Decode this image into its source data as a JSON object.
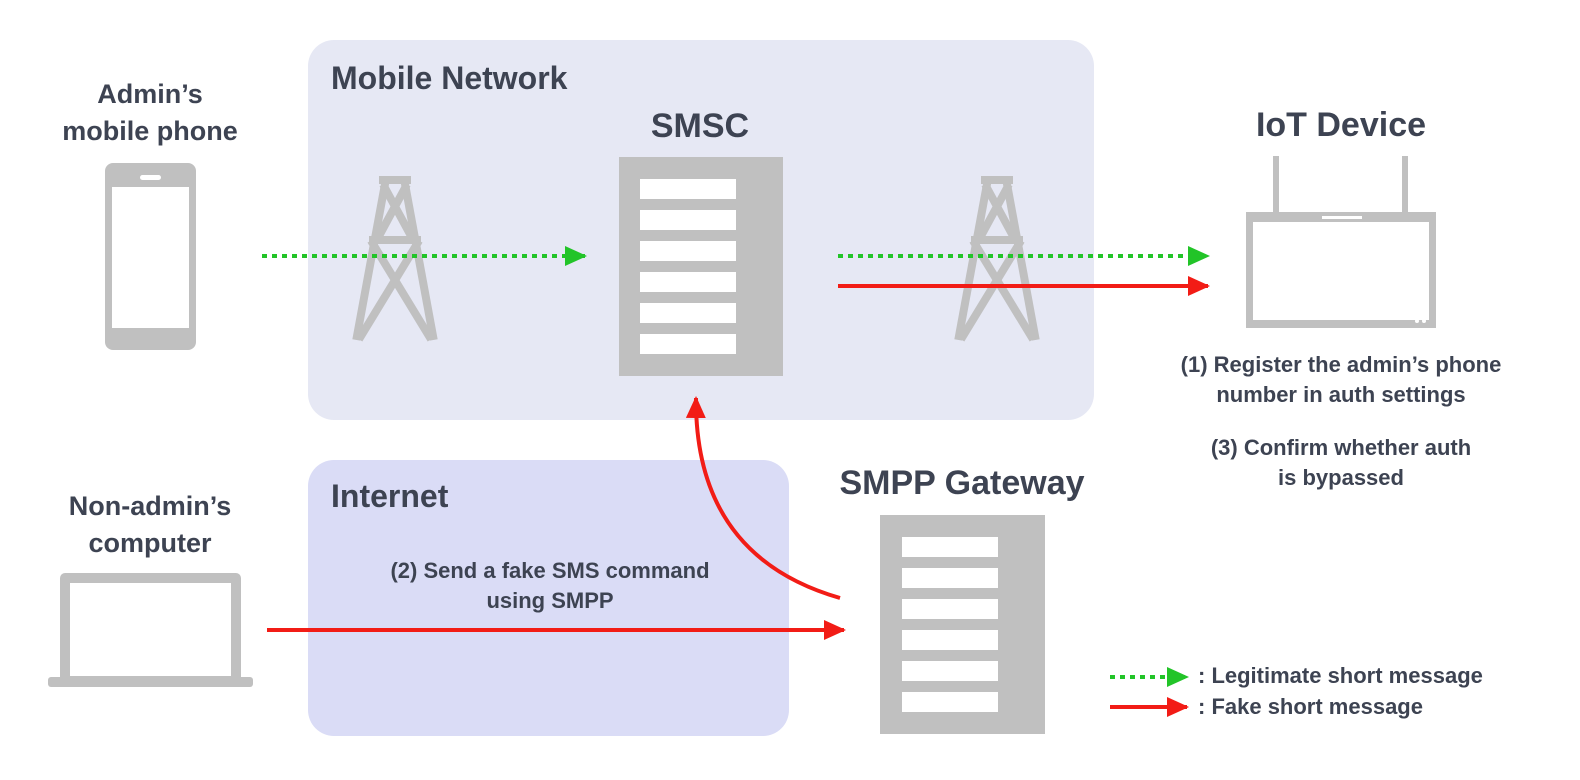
{
  "regions": {
    "mobile_network": "Mobile Network",
    "internet": "Internet"
  },
  "nodes": {
    "admin_phone": [
      "Admin’s",
      "mobile phone"
    ],
    "non_admin_computer": [
      "Non-admin’s",
      "computer"
    ],
    "smsc": "SMSC",
    "smpp_gateway": "SMPP Gateway",
    "iot_device": "IoT Device"
  },
  "steps": {
    "step1": [
      "(1) Register the admin’s phone",
      "number in auth settings"
    ],
    "step2": [
      "(2) Send a fake SMS command",
      "using SMPP"
    ],
    "step3": [
      "(3) Confirm whether auth",
      "is bypassed"
    ]
  },
  "legend": {
    "legitimate": ": Legitimate short message",
    "fake": ": Fake short message"
  },
  "colors": {
    "legitimate": "#22c428",
    "fake": "#f21c16",
    "icon_gray": "#c0c0c0",
    "mobile_network_bg": "#e6e8f4",
    "internet_bg": "#dadcf6",
    "text": "#3d4352"
  },
  "icons": [
    "smartphone-icon",
    "laptop-icon",
    "cell-tower-icon",
    "server-icon",
    "router-icon"
  ]
}
